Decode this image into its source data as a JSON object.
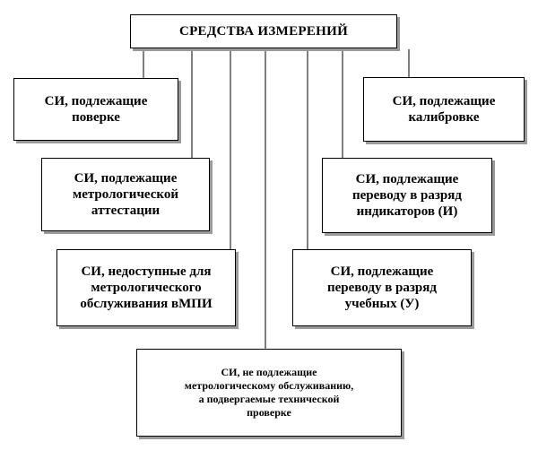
{
  "diagram": {
    "title": "СРЕДСТВА  ИЗМЕРЕНИЙ",
    "left": [
      "СИ,  подлежащие\nповерке",
      "СИ,  подлежащие\nметрологической\nаттестации",
      "СИ, недоступные для\nметрологического\nобслуживания вМПИ"
    ],
    "right": [
      "СИ,  подлежащие\nкалибровке",
      "СИ,  подлежащие\nпереводу в разряд\nиндикаторов (И)",
      "СИ,  подлежащие\nпереводу в разряд\nучебных (У)"
    ],
    "bottom": "СИ,  не подлежащие\nметрологическому обслуживанию,\nа подвергаемые технической\nпроверке"
  },
  "colors": {
    "line": "#000000",
    "shadow": "#9a9a9a",
    "background": "#ffffff"
  }
}
